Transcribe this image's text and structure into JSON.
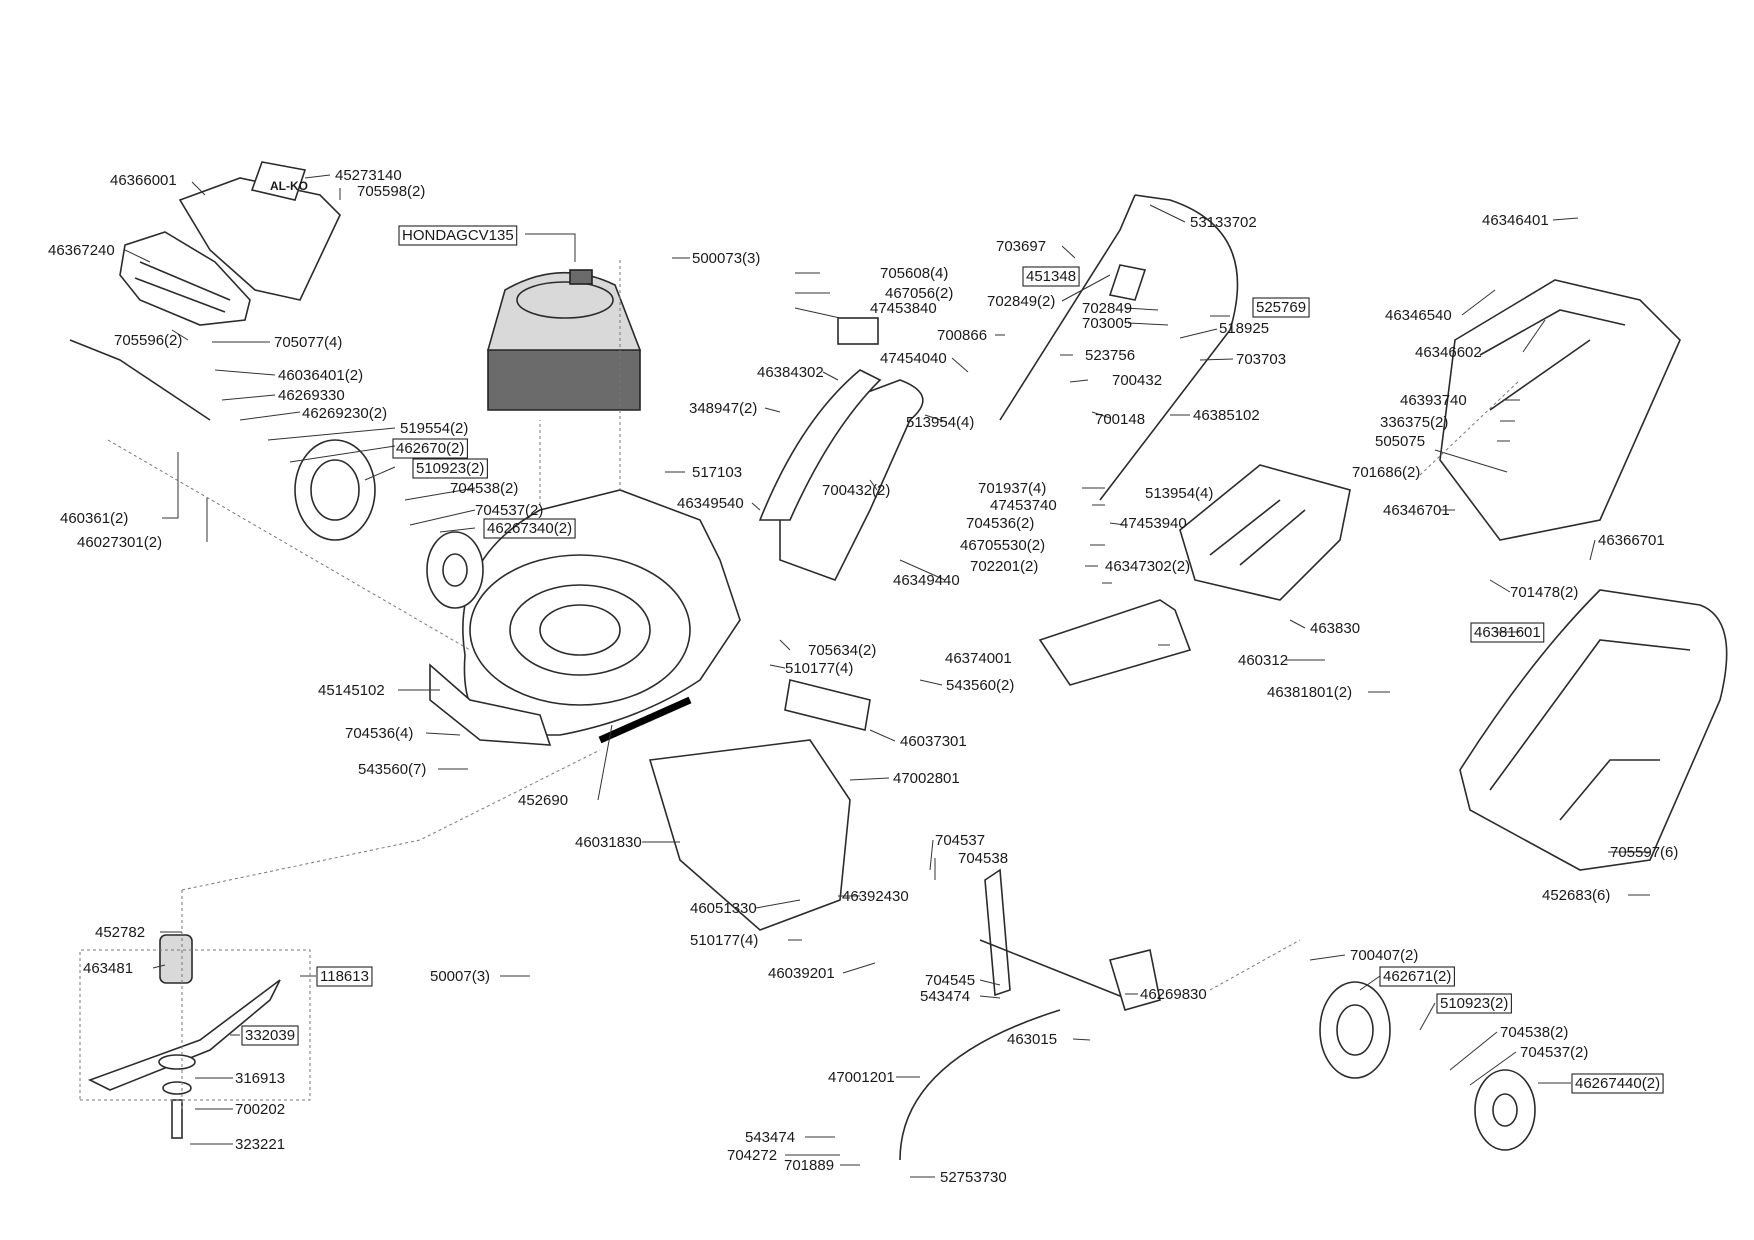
{
  "brand_logo": "AL-KO",
  "labels": [
    {
      "id": "l1",
      "text": "46366001"
    },
    {
      "id": "l2",
      "text": "45273140"
    },
    {
      "id": "l3",
      "text": "705598(2)"
    },
    {
      "id": "l4",
      "text": "46367240"
    },
    {
      "id": "l5",
      "text": "HONDAGCV135",
      "boxed": true
    },
    {
      "id": "l6",
      "text": "500073(3)"
    },
    {
      "id": "l7",
      "text": "705596(2)"
    },
    {
      "id": "l8",
      "text": "705077(4)"
    },
    {
      "id": "l9",
      "text": "46036401(2)"
    },
    {
      "id": "l10",
      "text": "46269330"
    },
    {
      "id": "l11",
      "text": "46269230(2)"
    },
    {
      "id": "l12",
      "text": "519554(2)"
    },
    {
      "id": "l13",
      "text": "462670(2)",
      "boxed": true
    },
    {
      "id": "l14",
      "text": "510923(2)",
      "boxed": true
    },
    {
      "id": "l15",
      "text": "704538(2)"
    },
    {
      "id": "l16",
      "text": "704537(2)"
    },
    {
      "id": "l17",
      "text": "46267340(2)",
      "boxed": true
    },
    {
      "id": "l18",
      "text": "460361(2)"
    },
    {
      "id": "l19",
      "text": "46027301(2)"
    },
    {
      "id": "l20",
      "text": "517103"
    },
    {
      "id": "l21",
      "text": "46349540"
    },
    {
      "id": "l22",
      "text": "45145102"
    },
    {
      "id": "l23",
      "text": "704536(4)"
    },
    {
      "id": "l24",
      "text": "543560(7)"
    },
    {
      "id": "l25",
      "text": "452690"
    },
    {
      "id": "l26",
      "text": "705608(4)"
    },
    {
      "id": "l27",
      "text": "467056(2)"
    },
    {
      "id": "l28",
      "text": "47453840"
    },
    {
      "id": "l29",
      "text": "46384302"
    },
    {
      "id": "l30",
      "text": "348947(2)"
    },
    {
      "id": "l31",
      "text": "47454040"
    },
    {
      "id": "l32",
      "text": "513954(4)"
    },
    {
      "id": "l33",
      "text": "700432(2)"
    },
    {
      "id": "l34",
      "text": "46349440"
    },
    {
      "id": "l35",
      "text": "705634(2)"
    },
    {
      "id": "l36",
      "text": "510177(4)"
    },
    {
      "id": "l37",
      "text": "543560(2)"
    },
    {
      "id": "l38",
      "text": "46037301"
    },
    {
      "id": "l39",
      "text": "47002801"
    },
    {
      "id": "l40",
      "text": "46031830"
    },
    {
      "id": "l41",
      "text": "46051330"
    },
    {
      "id": "l42",
      "text": "46392430"
    },
    {
      "id": "l43",
      "text": "510177(4)"
    },
    {
      "id": "l44",
      "text": "46039201"
    },
    {
      "id": "l45",
      "text": "704537"
    },
    {
      "id": "l46",
      "text": "704538"
    },
    {
      "id": "l47",
      "text": "704545"
    },
    {
      "id": "l48",
      "text": "543474"
    },
    {
      "id": "l49",
      "text": "46269830"
    },
    {
      "id": "l50",
      "text": "463015"
    },
    {
      "id": "l51",
      "text": "47001201"
    },
    {
      "id": "l52",
      "text": "543474"
    },
    {
      "id": "l53",
      "text": "704272"
    },
    {
      "id": "l54",
      "text": "701889"
    },
    {
      "id": "l55",
      "text": "52753730"
    },
    {
      "id": "l56",
      "text": "50007(3)"
    },
    {
      "id": "l57",
      "text": "452782"
    },
    {
      "id": "l58",
      "text": "463481"
    },
    {
      "id": "l59",
      "text": "118613",
      "boxed": true
    },
    {
      "id": "l60",
      "text": "332039",
      "boxed": true
    },
    {
      "id": "l61",
      "text": "316913"
    },
    {
      "id": "l62",
      "text": "700202"
    },
    {
      "id": "l63",
      "text": "323221"
    },
    {
      "id": "l64",
      "text": "53133702"
    },
    {
      "id": "l65",
      "text": "703697"
    },
    {
      "id": "l66",
      "text": "451348",
      "boxed": true
    },
    {
      "id": "l67",
      "text": "702849(2)"
    },
    {
      "id": "l68",
      "text": "702849"
    },
    {
      "id": "l69",
      "text": "703005"
    },
    {
      "id": "l70",
      "text": "525769",
      "boxed": true
    },
    {
      "id": "l71",
      "text": "518925"
    },
    {
      "id": "l72",
      "text": "700866"
    },
    {
      "id": "l73",
      "text": "523756"
    },
    {
      "id": "l74",
      "text": "703703"
    },
    {
      "id": "l75",
      "text": "700432"
    },
    {
      "id": "l76",
      "text": "700148"
    },
    {
      "id": "l77",
      "text": "46385102"
    },
    {
      "id": "l78",
      "text": "701937(4)"
    },
    {
      "id": "l79",
      "text": "47453740"
    },
    {
      "id": "l80",
      "text": "513954(4)"
    },
    {
      "id": "l81",
      "text": "704536(2)"
    },
    {
      "id": "l82",
      "text": "47453940"
    },
    {
      "id": "l83",
      "text": "46705530(2)"
    },
    {
      "id": "l84",
      "text": "702201(2)"
    },
    {
      "id": "l85",
      "text": "46347302(2)"
    },
    {
      "id": "l86",
      "text": "46374001"
    },
    {
      "id": "l87",
      "text": "463830"
    },
    {
      "id": "l88",
      "text": "460312"
    },
    {
      "id": "l89",
      "text": "46381801(2)"
    },
    {
      "id": "l90",
      "text": "46346401"
    },
    {
      "id": "l91",
      "text": "46346540"
    },
    {
      "id": "l92",
      "text": "46346602"
    },
    {
      "id": "l93",
      "text": "46393740"
    },
    {
      "id": "l94",
      "text": "336375(2)"
    },
    {
      "id": "l95",
      "text": "505075"
    },
    {
      "id": "l96",
      "text": "701686(2)"
    },
    {
      "id": "l97",
      "text": "46346701"
    },
    {
      "id": "l98",
      "text": "46366701"
    },
    {
      "id": "l99",
      "text": "701478(2)"
    },
    {
      "id": "l100",
      "text": "46381601",
      "boxed": true
    },
    {
      "id": "l101",
      "text": "705597(6)"
    },
    {
      "id": "l102",
      "text": "452683(6)"
    },
    {
      "id": "l103",
      "text": "700407(2)"
    },
    {
      "id": "l104",
      "text": "462671(2)",
      "boxed": true
    },
    {
      "id": "l105",
      "text": "510923(2)",
      "boxed": true
    },
    {
      "id": "l106",
      "text": "704538(2)"
    },
    {
      "id": "l107",
      "text": "704537(2)"
    },
    {
      "id": "l108",
      "text": "46267440(2)",
      "boxed": true
    }
  ]
}
